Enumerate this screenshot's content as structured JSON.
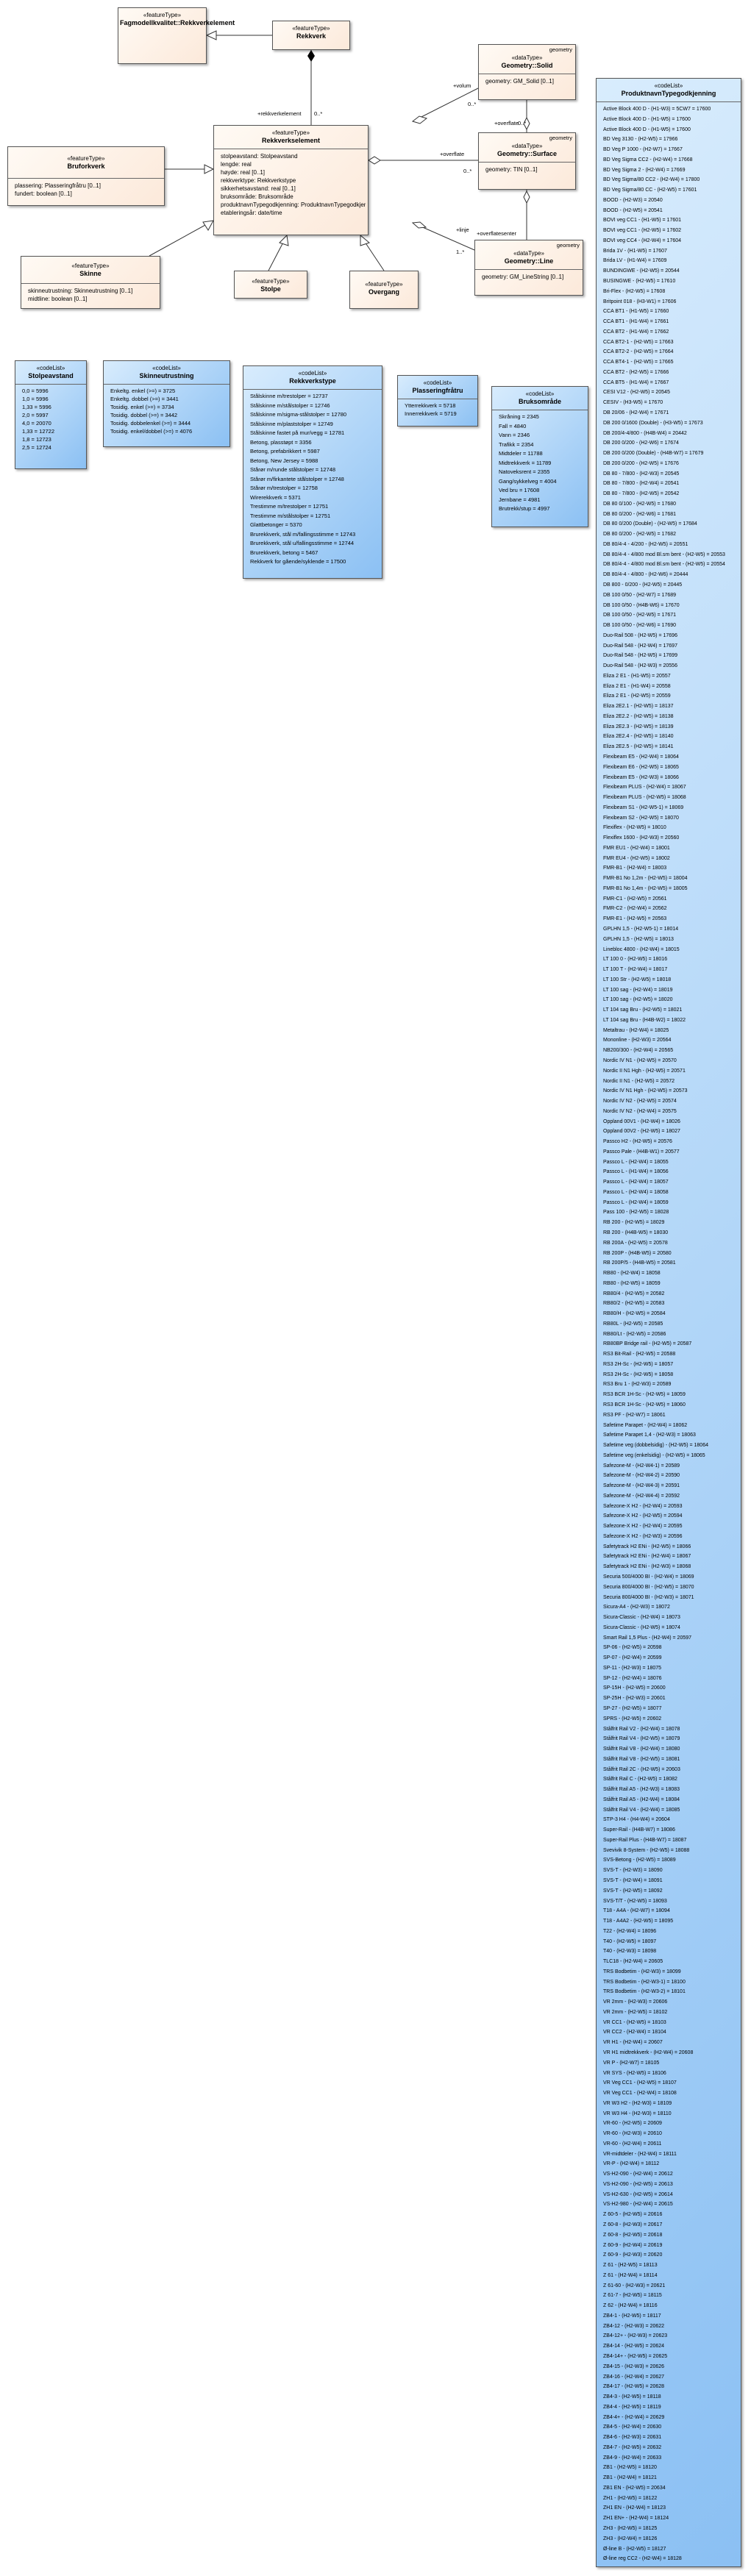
{
  "classes": {
    "fagmodell": {
      "stereotype": "«featureType»",
      "name": "Fagmodellkvalitet::Rekkverkelement"
    },
    "rekkverk": {
      "stereotype": "«featureType»",
      "name": "Rekkverk"
    },
    "geometrySolid": {
      "tag": "geometry",
      "stereotype": "«dataType»",
      "name": "Geometry::Solid",
      "attrs": [
        "geometry: GM_Solid [0..1]"
      ]
    },
    "geometrySurface": {
      "tag": "geometry",
      "stereotype": "«dataType»",
      "name": "Geometry::Surface",
      "attrs": [
        "geometry: TIN [0..1]"
      ]
    },
    "geometryLine": {
      "tag": "geometry",
      "stereotype": "«dataType»",
      "name": "Geometry::Line",
      "attrs": [
        "geometry: GM_LineString [0..1]"
      ]
    },
    "rekkverkselement": {
      "stereotype": "«featureType»",
      "name": "Rekkverkselement",
      "attrs": [
        "stolpeavstand: Stolpeavstand",
        "lengde: real",
        "høyde: real [0..1]",
        "rekkverktype: Rekkverkstype",
        "sikkerhetsavstand: real [0..1]",
        "bruksområde: Bruksområde",
        "produktnavnTypegodkjenning: ProduktnavnTypegodkjenning",
        "etableringsår: date/time"
      ]
    },
    "bruforkverk": {
      "stereotype": "«featureType»",
      "name": "Bruforkverk",
      "attrs": [
        "plassering: Plasseringfråtru [0..1]",
        "fundert: boolean [0..1]"
      ]
    },
    "skinne": {
      "stereotype": "«featureType»",
      "name": "Skinne",
      "attrs": [
        "skinneutrustning: Skinneutrustning [0..1]",
        "midtline: boolean [0..1]"
      ]
    },
    "stolpe": {
      "stereotype": "«featureType»",
      "name": "Stolpe"
    },
    "overgang": {
      "stereotype": "«featureType»",
      "name": "Overgang"
    }
  },
  "codelists": {
    "stolpeavstand": {
      "stereotype": "«codeList»",
      "name": "Stolpeavstand",
      "values": [
        "0,0 = 5996",
        "1,0 = 5996",
        "1,33 = 5996",
        "2,0 = 5997",
        "4,0 = 20070",
        "1,33 = 12722",
        "1,8 = 12723",
        "2,5 = 12724"
      ]
    },
    "skinneutrustning": {
      "stereotype": "«codeList»",
      "name": "Skinneutrustning",
      "values": [
        "Enkeltg. enkel (>=) = 3725",
        "Enkeltg. dobbel (>=) = 3441",
        "Tosidig. enkel (>=) = 3734",
        "Tosidig. dobbel (>=) = 3442",
        "Tosidig. dobbelenkel (>=) = 3444",
        "Tosidig. enkel/dobbel (>=) = 4076"
      ]
    },
    "rekkverkstype": {
      "stereotype": "«codeList»",
      "name": "Rekkverkstype",
      "values": [
        "Stålskinne m/trestolper = 12737",
        "Stålskinne m/stålstolper = 12746",
        "Stålskinne m/sigma-stålstolper = 12780",
        "Stålskinne m/plaststolper = 12749",
        "Stålskinne fastet på mur/vegg = 12781",
        "Betong, plasstøpt = 3356",
        "Betong, prefabrikkert = 5987",
        "Betong, New Jersey = 5988",
        "Stårør m/runde stålstolper = 12748",
        "Stårør m/firkantete stålstolper = 12748",
        "Stårør m/trestolper = 12758",
        "Wirerekkverk = 5371",
        "Trestimme m/trestolper = 12751",
        "Trestimme m/stålstolper = 12751",
        "Glattbetonger = 5370",
        "Brurekkverk, stål m/fallingsstimme = 12743",
        "Brurekkverk, stål u/fallingsstimme = 12744",
        "Brurekkverk, betong = 5467",
        "Rekkverk for gående/syklende = 17500"
      ]
    },
    "plassering": {
      "stereotype": "«codeList»",
      "name": "Plasseringfråtru",
      "values": [
        "Ytterrekkverk = 5718",
        "Innerrekkverk = 5719"
      ]
    },
    "bruksomrade": {
      "stereotype": "«codeList»",
      "name": "Bruksområde",
      "values": [
        "Skråning = 2345",
        "Fall = 4840",
        "Vann = 2346",
        "Trafikk = 2354",
        "Midtdeler = 11788",
        "Midtrekkverk = 11789",
        "Natoveksrent = 2355",
        "Gang/sykkelveg = 4004",
        "Ved bru = 17608",
        "Jernbane = 4981",
        "Brutrekk/stup = 4997"
      ]
    },
    "produktnavn": {
      "stereotype": "«codeList»",
      "name": "ProduktnavnTypegodkjenning",
      "values": [
        "Active Block 400 D - (H1-W3) = 5CW7 = 17600",
        "Active Block 400 D - (H1-W5) = 17600",
        "Active Block 400 D - (H1-W5) = 17600",
        "BD Veg 3130 - (H2-W5) = 17966",
        "BD Veg P 1000 - (H2-W7) = 17667",
        "BD Veg Sigma CC2 - (H2-W4) = 17668",
        "BD Veg Sigma 2 - (H2-W4) = 17669",
        "BD Veg Sigma/80 CC2 - (H2-W4) = 17800",
        "BD Veg Sigma/80 CC - (H2-W5) = 17601",
        "BOOD - (H2-W3) = 20540",
        "BOOD - (H2-W5) = 20541",
        "BOVI veg CC1 - (H1-W5) = 17601",
        "BOVI veg CC1 - (H2-W5) = 17602",
        "BOVI veg CC4 - (H2-W4) = 17604",
        "Brida 1V - (H1-W5) = 17607",
        "Brida LV - (H1-W4) = 17609",
        "BUNDINGWE - (H2-W5) = 20544",
        "BUSINGWE - (H2-W5) = 17610",
        "Bri-Flex - (H2-W5) = 17608",
        "Britpoint 018 - (H3-W1) = 17606",
        "CCA BT1 - (H1-W5) = 17660",
        "CCA BT1 - (H1-W4) = 17661",
        "CCA BT2 - (H1-W4) = 17662",
        "CCA BT2-1 - (H2-W5) = 17663",
        "CCA BT2-2 - (H2-W5) = 17664",
        "CCA BT4-1 - (H2-W5) = 17665",
        "CCA BT2 - (H2-W5) = 17666",
        "CCA BT5 - (H1-W4) = 17667",
        "CESI V12 - (H2-W5) = 20545",
        "CESIV - (H3-W5) = 17670",
        "DB 20/06 - (H2-W4) = 17671",
        "DB 200 0/1600 (Double) - (H3-W5) = 17673",
        "DB 200/4-4/800 - (H4B-W4) = 20442",
        "DB 200 0/200 - (H2-W6) = 17674",
        "DB 200 0/200 (Double) - (H4B-W7) = 17679",
        "DB 200 0/200 - (H2-W5) = 17676",
        "DB 80 - 7/800 - (H2-W3) = 20545",
        "DB 80 - 7/800 - (H2-W4) = 20541",
        "DB 80 - 7/800 - (H2-W5) = 20542",
        "DB 80 0/100 - (H2-W5) = 17680",
        "DB 80 0/200 - (H2-W6) = 17681",
        "DB 80 0/200 (Double) - (H2-W5) = 17684",
        "DB 80 0/200 - (H2-W5) = 17682",
        "DB 80/4-4 - 4/200 - (H2-W5) = 20551",
        "DB 80/4-4 - 4/800 mod Bl.sm bent - (H2-W5) = 20553",
        "DB 80/4-4 - 4/800 mod Bl.sm bent - (H2-W5) = 20554",
        "DB 80/4-4 - 4/800 - (H2-W6) = 20444",
        "DB 800 - 0/200 - (H2-W5) = 20445",
        "DB 100 0/50 - (H2-W7) = 17689",
        "DB 100 0/50 - (H4B-W6) = 17670",
        "DB 100 0/50 - (H2-W5) = 17671",
        "DB 100 0/50 - (H2-W6) = 17690",
        "Duo-Rail 508 - (H2-W5) = 17696",
        "Duo-Rail 548 - (H2-W4) = 17697",
        "Duo-Rail 548 - (H2-W5) = 17699",
        "Duo-Rail 548 - (H2-W3) = 20556",
        "Eliza 2 E1 - (H1-W5) = 20557",
        "Eliza 2 E1 - (H1-W4) = 20558",
        "Eliza 2 E1 - (H2-W5) = 20559",
        "Eliza 2E2.1 - (H2-W5) = 18137",
        "Eliza 2E2.2 - (H2-W5) = 18138",
        "Eliza 2E2.3 - (H2-W5) = 18139",
        "Eliza 2E2.4 - (H2-W5) = 18140",
        "Eliza 2E2.5 - (H2-W5) = 18141",
        "Flexibeam E5 - (H2-W4) = 18064",
        "Flexibeam E6 - (H2-W5) = 18065",
        "Flexibeam E5 - (H2-W3) = 18066",
        "Flexibeam PLUS - (H2-W4) = 18067",
        "Flexibeam PLUS - (H2-W5) = 18068",
        "Flexibeam S1 - (H2-W5-1) = 18069",
        "Flexibeam S2 - (H2-W5) = 18070",
        "Flexiflex - (H2-W5) = 18010",
        "Flexiflex 1600 - (H2-W3) = 20560",
        "FMR EU1 - (H2-W4) = 18001",
        "FMR EU4 - (H2-W5) = 18002",
        "FMR-B1 - (H2-W4) = 18003",
        "FMR-B1 No 1,2m - (H2-W5) = 18004",
        "FMR-B1 No 1,4m - (H2-W5) = 18005",
        "FMR-C1 - (H2-W5) = 20561",
        "FMR-C2 - (H2-W4) = 20562",
        "FMR-E1 - (H2-W5) = 20563",
        "GPLHN 1,5 - (H2-W5-1) = 18014",
        "GPLHN 1,5 - (H2-W5) = 18013",
        "Linebloc 4800 - (H2-W4) = 18015",
        "LT 100 0 - (H2-W5) = 18016",
        "LT 100 T - (H2-W4) = 18017",
        "LT 100 Str - (H2-W5) = 18018",
        "LT 100 sag - (H2-W4) = 18019",
        "LT 100 sag - (H2-W5) = 18020",
        "LT 104 sag Bru - (H2-W5) = 18021",
        "LT 104 sag Bru - (H4B-W2) = 18022",
        "Metaltrau - (H2-W4) = 18025",
        "Mononline - (H2-W3) = 20564",
        "NB200/300 - (H2-W4) = 20565",
        "Nordic IV N1 - (H2-W5) = 20570",
        "Nordic II N1 Hgh - (H2-W5) = 20571",
        "Nordic II N1 - (H2-W5) = 20572",
        "Nordic IV N1 Hgh - (H2-W5) = 20573",
        "Nordic IV N2 - (H2-W5) = 20574",
        "Nordic IV N2 - (H2-W4) = 20575",
        "Oppland 00V1 - (H2-W4) = 18026",
        "Oppland 00V2 - (H2-W5) = 18027",
        "Passco H2 - (H2-W5) = 20576",
        "Passco Pale - (H4B-W1) = 20577",
        "Passco L - (H2-W4) = 18055",
        "Passco L - (H1-W4) = 18056",
        "Passco L - (H2-W4) = 18057",
        "Passco L - (H2-W4) = 18058",
        "Passco L - (H2-W4) = 18059",
        "Pass 100 - (H2-W5) = 18028",
        "RB 200 - (H2-W5) = 18029",
        "RB 200 - (H4B-W5) = 18030",
        "RB 200A - (H2-W5) = 20578",
        "RB 200P - (H4B-W5) = 20580",
        "RB 200P/5 - (H4B-W5) = 20581",
        "RB80 - (H2-W4) = 18058",
        "RB80 - (H2-W5) = 18059",
        "RB80/4 - (H2-W5) = 20582",
        "RB80/2 - (H2-W5) = 20583",
        "RB80/H - (H2-W5) = 20584",
        "RB80L - (H2-W5) = 20585",
        "RB80/Lt - (H2-W5) = 20586",
        "RB80BP Bridge rail - (H2-W5) = 20587",
        "RS3 Bit-Rail - (H2-W5) = 20588",
        "RS3 2H-Sc - (H2-W5) = 18057",
        "RS3 2H-Sc - (H2-W5) = 18058",
        "RS3 Bru 1 - (H2-W3) = 20589",
        "RS3 BCR 1H-Sc - (H2-W5) = 18059",
        "RS3 BCR 1H-Sc - (H2-W5) = 18060",
        "RS3 PF - (H2-W7) = 18061",
        "Safetime Parapet - (H2-W4) = 18062",
        "Safetime Parapet 1,4 - (H2-W3) = 18063",
        "Safetime veg (dobbelsidig) - (H2-W5) = 18064",
        "Safetime veg (enkelsidig) - (H2-W5) = 18065",
        "Safezone-M - (H2-W4-1) = 20589",
        "Safezone-M - (H2-W4-2) = 20590",
        "Safezone-M - (H2-W4-3) = 20591",
        "Safezone-M - (H2-W4-4) = 20592",
        "Safezone-X H2 - (H2-W4) = 20593",
        "Safezone-X H2 - (H2-W5) = 20594",
        "Safezone-X H2 - (H2-W4) = 20595",
        "Safezone-X H2 - (H2-W3) = 20596",
        "Safetytrack H2 ENi - (H2-W5) = 18066",
        "Safetytrack H2 ENi - (H2-W4) = 18067",
        "Safetytrack H2 ENi - (H2-W3) = 18068",
        "Securia 500/4000 BI - (H2-W4) = 18069",
        "Securia 800/4000 BI - (H2-W5) = 18070",
        "Securia 800/4000 BI - (H2-W3) = 18071",
        "Sicura-A4 - (H2-W3) = 18072",
        "Sicura-Classic - (H2-W4) = 18073",
        "Sicura-Classic - (H2-W5) = 18074",
        "Smart Rail 1,5 Plus - (H2-W4) = 20597",
        "SP-06 - (H2-W5) = 20598",
        "SP-07 - (H2-W4) = 20599",
        "SP-11 - (H2-W3) = 18075",
        "SP-12 - (H2-W4) = 18076",
        "SP-15H - (H2-W5) = 20600",
        "SP-25H - (H2-W3) = 20601",
        "SP-27 - (H2-W5) = 18077",
        "SPRS - (H2-W5) = 20602",
        "Stålfrit Rail V2 - (H2-W4) = 18078",
        "Stålfrit Rail V4 - (H2-W5) = 18079",
        "Stålfrit Rail V8 - (H2-W4) = 18080",
        "Stålfrit Rail V8 - (H2-W5) = 18081",
        "Stålfrit Rail 2C - (H2-W5) = 20603",
        "Stålfrit Rail C - (H2-W5) = 18082",
        "Stålfrit Rail A5 - (H2-W3) = 18083",
        "Stålfrit Rail A5 - (H2-W4) = 18084",
        "Stålfrit Rail V4 - (H2-W4) = 18085",
        "STP-3 H4 - (H4-W4) = 20604",
        "Super-Rail - (H4B-W7) = 18086",
        "Super-Rail Plus - (H4B-W7) = 18087",
        "Svevivik 8-System - (H2-W5) = 18088",
        "SVS-Betong - (H2-W5) = 18089",
        "SVS-T - (H2-W3) = 18090",
        "SVS-T - (H2-W4) = 18091",
        "SVS-T - (H2-W5) = 18092",
        "SVS-T/T - (H2-W5) = 18093",
        "T18 - A4A - (H2-W7) = 18094",
        "T18 - A4A2 - (H2-W5) = 18095",
        "T22 - (H2-W4) = 18096",
        "T40 - (H2-W5) = 18097",
        "T40 - (H2-W3) = 18098",
        "TLC18 - (H2-W4) = 20605",
        "TRS Bodbetim - (H2-W3) = 18099",
        "TRS Bodbetim - (H2-W3-1) = 18100",
        "TRS Bodbetim - (H2-W3-2) = 18101",
        "VR 2mm - (H2-W3) = 20606",
        "VR 2mm - (H2-W5) = 18102",
        "VR CC1 - (H2-W5) = 18103",
        "VR CC2 - (H2-W4) = 18104",
        "VR H1 - (H2-W4) = 20607",
        "VR H1 midtrekkverk - (H2-W4) = 20608",
        "VR P - (H2-W7) = 18105",
        "VR SYS - (H2-W5) = 18106",
        "VR Veg CC1 - (H2-W5) = 18107",
        "VR Veg CC1 - (H2-W4) = 18108",
        "VR W3 H2 - (H2-W3) = 18109",
        "VR W3 H4 - (H2-W3) = 18110",
        "VR-60 - (H2-W5) = 20609",
        "VR-60 - (H2-W3) = 20610",
        "VR-60 - (H2-W4) = 20611",
        "VR-midtdeler - (H2-W4) = 18111",
        "VR-P - (H2-W4) = 18112",
        "VS-H2-090 - (H2-W4) = 20612",
        "VS-H2-090 - (H2-W5) = 20613",
        "VS-H2-630 - (H2-W5) = 20614",
        "VS-H2-980 - (H2-W4) = 20615",
        "Z 60-5 - (H2-W5) = 20616",
        "Z 60-8 - (H2-W3) = 20617",
        "Z 60-8 - (H2-W5) = 20618",
        "Z 60-9 - (H2-W4) = 20619",
        "Z 60-9 - (H2-W3) = 20620",
        "Z 61 - (H2-W5) = 18113",
        "Z 61 - (H2-W4) = 18114",
        "Z 61-60 - (H2-W3) = 20621",
        "Z 61-7 - (H2-W5) = 18115",
        "Z 62 - (H2-W4) = 18116",
        "ZB4-1 - (H2-W5) = 18117",
        "ZB4-12 - (H2-W3) = 20622",
        "ZB4-12+ - (H2-W3) = 20623",
        "ZB4-14 - (H2-W5) = 20624",
        "ZB4-14+ - (H2-W5) = 20625",
        "ZB4-15 - (H2-W3) = 20626",
        "ZB4-16 - (H2-W4) = 20627",
        "ZB4-17 - (H2-W5) = 20628",
        "ZB4-3 - (H2-W5) = 18118",
        "ZB4-4 - (H2-W5) = 18119",
        "ZB4-4+ - (H2-W4) = 20629",
        "ZB4-5 - (H2-W4) = 20630",
        "ZB4-6 - (H2-W3) = 20631",
        "ZB4-7 - (H2-W5) = 20632",
        "ZB4-9 - (H2-W4) = 20633",
        "ZB1 - (H2-W5) = 18120",
        "ZB1 - (H2-W4) = 18121",
        "ZB1 EN - (H2-W5) = 20634",
        "ZH1 - (H2-W5) = 18122",
        "ZH1 EN - (H2-W4) = 18123",
        "ZH1 EN+ - (H2-W4) = 18124",
        "ZH3 - (H2-W5) = 18125",
        "ZH3 - (H2-W4) = 18126",
        "Ø-line B - (H2-W5) = 18127",
        "Ø-line reg CC2 - (H2-W4) = 18128"
      ]
    }
  },
  "labels": {
    "rekkverk_end": "+rekkverkelement",
    "rekkverk_mult": "0..*",
    "volum_role": "+volum",
    "volum_mult": "0..*",
    "overflate_role": "+overflate",
    "overflate_mult": "0..*",
    "overflate_role2": "+overflate",
    "overflate_mult2": "0..*",
    "overflatesenter_role": "+overflatesenter",
    "linje_role": "+linje",
    "linje_mult": "1..*"
  }
}
